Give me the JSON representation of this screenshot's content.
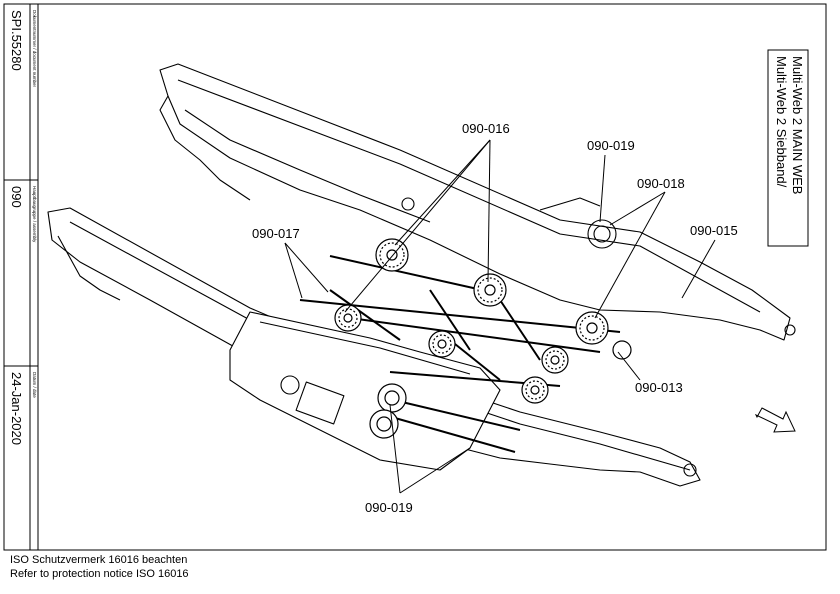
{
  "title_block": {
    "document_number_caption": "Dokumentnummer / document number",
    "document_number": "SPI.55280",
    "assembly_caption": "Hauptbaugruppe / assembly",
    "assembly": "090",
    "date_caption": "Datum / date",
    "date": "24-Jan-2020"
  },
  "drawing": {
    "title_line1": "Multi-Web 2 Siebband/",
    "title_line2": "Multi-Web 2 MAIN WEB",
    "callouts": [
      {
        "id": "c016",
        "label": "090-016"
      },
      {
        "id": "c019top",
        "label": "090-019"
      },
      {
        "id": "c018",
        "label": "090-018"
      },
      {
        "id": "c015",
        "label": "090-015"
      },
      {
        "id": "c017",
        "label": "090-017"
      },
      {
        "id": "c013",
        "label": "090-013"
      },
      {
        "id": "c019bottom",
        "label": "090-019"
      }
    ],
    "direction_arrow_icon": "travel-direction-arrow-icon"
  },
  "footer": {
    "line_de": "ISO Schutzvermerk 16016 beachten",
    "line_en": "Refer to protection notice ISO 16016"
  }
}
